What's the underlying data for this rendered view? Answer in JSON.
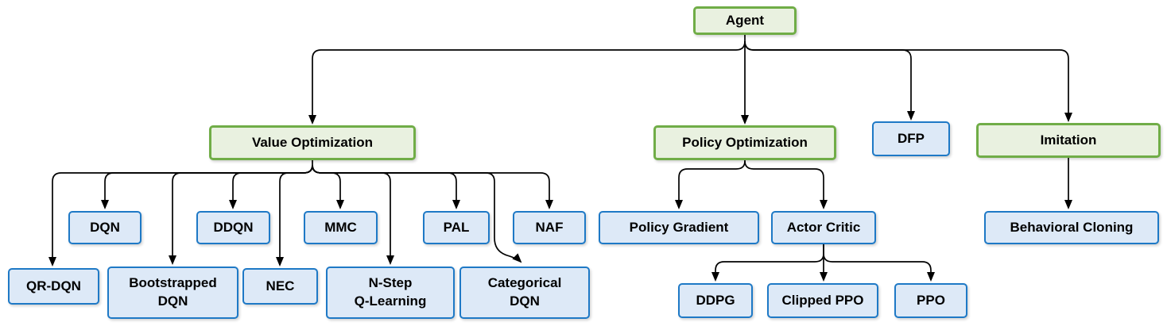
{
  "diagram": {
    "type": "hierarchy-flowchart",
    "colors": {
      "category_fill": "#e9f1e0",
      "category_border": "#70ad47",
      "algorithm_fill": "#dde9f7",
      "algorithm_border": "#1e79c6",
      "connector": "#000000",
      "text": "#000000",
      "background": "#ffffff"
    },
    "nodes": {
      "agent": {
        "label": "Agent",
        "type": "category"
      },
      "value_optimization": {
        "label": "Value Optimization",
        "type": "category"
      },
      "policy_optimization": {
        "label": "Policy Optimization",
        "type": "category"
      },
      "dfp": {
        "label": "DFP",
        "type": "algorithm"
      },
      "imitation": {
        "label": "Imitation",
        "type": "category"
      },
      "dqn": {
        "label": "DQN",
        "type": "algorithm"
      },
      "ddqn": {
        "label": "DDQN",
        "type": "algorithm"
      },
      "mmc": {
        "label": "MMC",
        "type": "algorithm"
      },
      "pal": {
        "label": "PAL",
        "type": "algorithm"
      },
      "naf": {
        "label": "NAF",
        "type": "algorithm"
      },
      "qr_dqn": {
        "label": "QR-DQN",
        "type": "algorithm"
      },
      "bootstrapped_dqn": {
        "label": "Bootstrapped\nDQN",
        "type": "algorithm"
      },
      "nec": {
        "label": "NEC",
        "type": "algorithm"
      },
      "n_step_q_learning": {
        "label": "N-Step\nQ-Learning",
        "type": "algorithm"
      },
      "categorical_dqn": {
        "label": "Categorical\nDQN",
        "type": "algorithm"
      },
      "policy_gradient": {
        "label": "Policy Gradient",
        "type": "algorithm"
      },
      "actor_critic": {
        "label": "Actor Critic",
        "type": "algorithm"
      },
      "behavioral_cloning": {
        "label": "Behavioral Cloning",
        "type": "algorithm"
      },
      "ddpg": {
        "label": "DDPG",
        "type": "algorithm"
      },
      "clipped_ppo": {
        "label": "Clipped PPO",
        "type": "algorithm"
      },
      "ppo": {
        "label": "PPO",
        "type": "algorithm"
      }
    },
    "edges": [
      {
        "from": "agent",
        "to": "value_optimization"
      },
      {
        "from": "agent",
        "to": "policy_optimization"
      },
      {
        "from": "agent",
        "to": "dfp"
      },
      {
        "from": "agent",
        "to": "imitation"
      },
      {
        "from": "value_optimization",
        "to": "qr_dqn"
      },
      {
        "from": "value_optimization",
        "to": "dqn"
      },
      {
        "from": "value_optimization",
        "to": "bootstrapped_dqn"
      },
      {
        "from": "value_optimization",
        "to": "ddqn"
      },
      {
        "from": "value_optimization",
        "to": "nec"
      },
      {
        "from": "value_optimization",
        "to": "mmc"
      },
      {
        "from": "value_optimization",
        "to": "n_step_q_learning"
      },
      {
        "from": "value_optimization",
        "to": "pal"
      },
      {
        "from": "value_optimization",
        "to": "categorical_dqn"
      },
      {
        "from": "value_optimization",
        "to": "naf"
      },
      {
        "from": "policy_optimization",
        "to": "policy_gradient"
      },
      {
        "from": "policy_optimization",
        "to": "actor_critic"
      },
      {
        "from": "actor_critic",
        "to": "ddpg"
      },
      {
        "from": "actor_critic",
        "to": "clipped_ppo"
      },
      {
        "from": "actor_critic",
        "to": "ppo"
      },
      {
        "from": "imitation",
        "to": "behavioral_cloning"
      }
    ]
  }
}
